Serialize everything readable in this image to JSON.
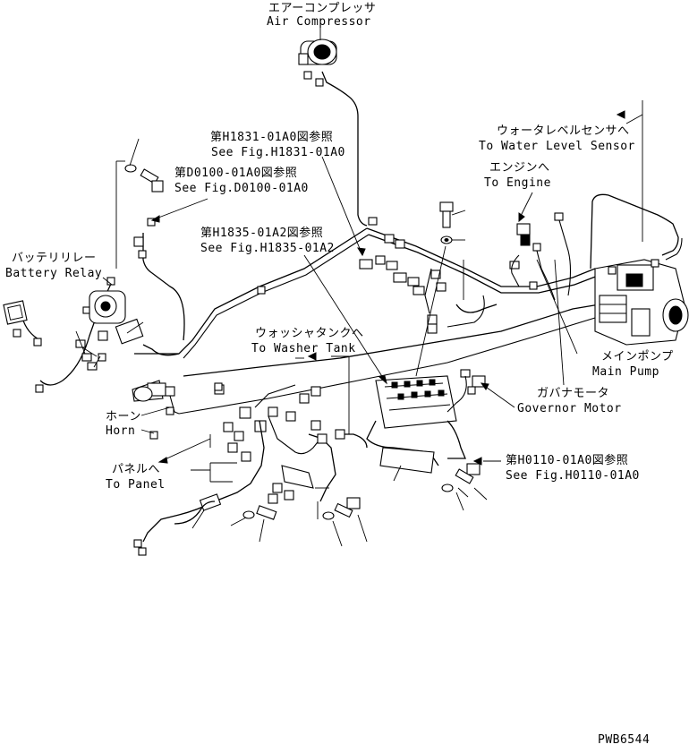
{
  "labels": {
    "air_compressor_ja": "エアーコンプレッサ",
    "air_compressor_en": "Air Compressor",
    "ref_h1831_ja": "第H1831-01A0図参照",
    "ref_h1831_en": "See Fig.H1831-01A0",
    "ref_d0100_ja": "第D0100-01A0図参照",
    "ref_d0100_en": "See Fig.D0100-01A0",
    "ref_h1835_ja": "第H1835-01A2図参照",
    "ref_h1835_en": "See Fig.H1835-01A2",
    "water_level_ja": "ウォータレベルセンサへ",
    "water_level_en": "To Water Level Sensor",
    "engine_ja": "エンジンへ",
    "engine_en": "To Engine",
    "battery_relay_ja": "バッテリリレー",
    "battery_relay_en": "Battery Relay",
    "washer_tank_ja": "ウォッシャタンクへ",
    "washer_tank_en": "To Washer Tank",
    "main_pump_ja": "メインポンプ",
    "main_pump_en": "Main Pump",
    "governor_motor_ja": "ガバナモータ",
    "governor_motor_en": "Governor Motor",
    "horn_ja": "ホーン",
    "horn_en": "Horn",
    "panel_ja": "パネルへ",
    "panel_en": "To Panel",
    "ref_h0110_ja": "第H0110-01A0図参照",
    "ref_h0110_en": "See Fig.H0110-01A0",
    "drawing_number": "PWB6544"
  }
}
